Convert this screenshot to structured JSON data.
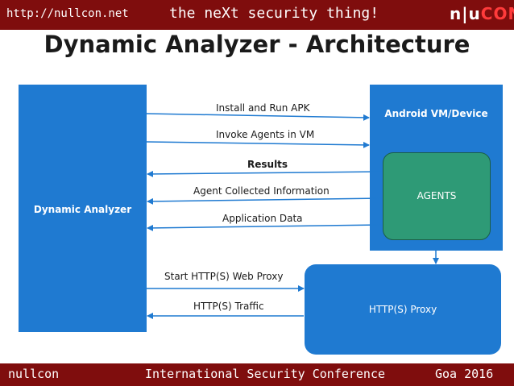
{
  "header": {
    "url": "http://nullcon.net",
    "tagline": "the neXt security thing!",
    "logo_part1": "n|u",
    "logo_part2": "CON"
  },
  "title": "Dynamic Analyzer - Architecture",
  "diagram": {
    "dynamic_analyzer": "Dynamic Analyzer",
    "device": "Android VM/Device",
    "agents": "AGENTS",
    "proxy": "HTTP(S) Proxy",
    "arrows": {
      "install": "Install and Run APK",
      "invoke": "Invoke Agents in VM",
      "results": "Results",
      "agent_info": "Agent Collected Information",
      "app_data": "Application Data",
      "start_proxy": "Start HTTP(S) Web Proxy",
      "traffic": "HTTP(S) Traffic"
    }
  },
  "footer": {
    "left": "nullcon",
    "center": "International Security Conference",
    "right": "Goa 2016"
  },
  "colors": {
    "bar": "#7f0d0d",
    "box": "#1f7ad1",
    "agents": "#2e9a76",
    "arrow": "#1f7ad1"
  }
}
